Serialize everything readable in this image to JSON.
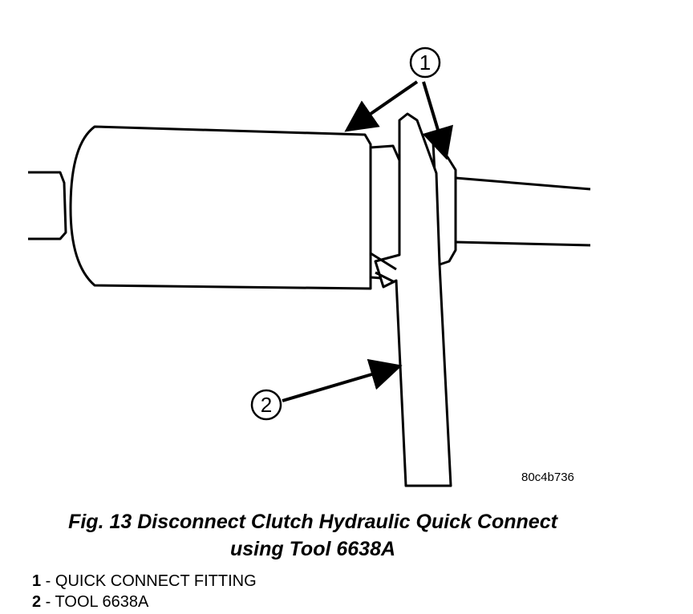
{
  "figure": {
    "callouts": [
      {
        "number": "1",
        "label": "QUICK CONNECT FITTING"
      },
      {
        "number": "2",
        "label": "TOOL 6638A"
      }
    ],
    "ref_code": "80c4b736"
  },
  "caption": {
    "line1": "Fig. 13 Disconnect Clutch Hydraulic Quick Connect",
    "line2": "using Tool 6638A"
  },
  "legend": {
    "items": [
      {
        "number": "1",
        "separator": " - ",
        "text": "QUICK CONNECT FITTING"
      },
      {
        "number": "2",
        "separator": " - ",
        "text": "TOOL 6638A"
      }
    ]
  }
}
